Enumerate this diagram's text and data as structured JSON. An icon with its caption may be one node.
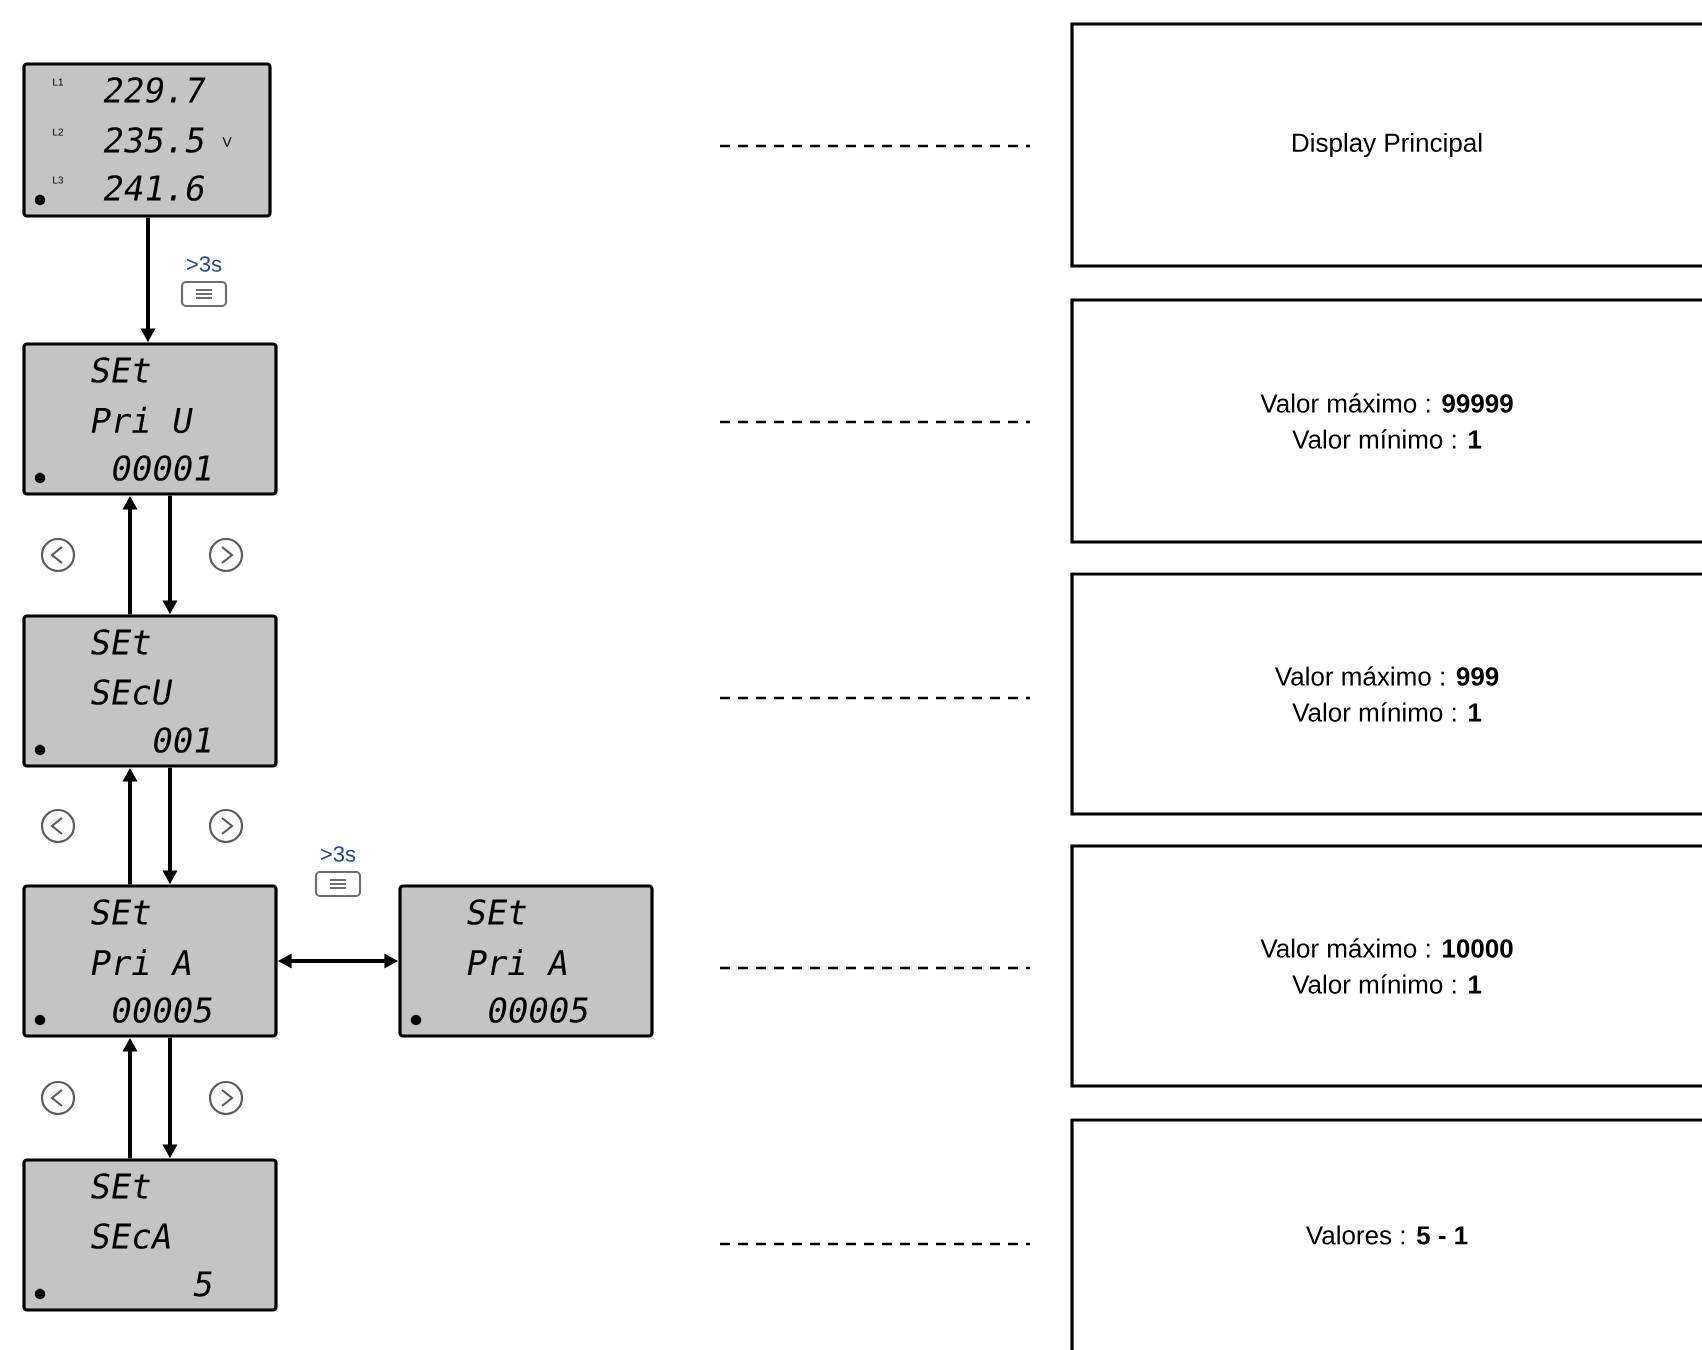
{
  "diagram": {
    "nodes": [
      {
        "text": [
          "L1",
          "229.7",
          "L2",
          "235.5",
          "V",
          "L3",
          "241.6"
        ]
      },
      {
        "text": [
          "SEt",
          "Pri U",
          "00001"
        ]
      },
      {
        "text": [
          "SEt",
          "SEcU",
          "001"
        ]
      },
      {
        "text": [
          "SEt",
          "Pri A",
          "00005"
        ]
      },
      {
        "text": [
          "SEt",
          "SEcA",
          "5"
        ]
      },
      {
        "text": [
          "SEt",
          "Pri A",
          "00005"
        ]
      },
      {
        "text": [
          "Display Principal"
        ]
      },
      {
        "text": [
          "Valor máximo : **99999**",
          "Valor mínimo : **1**"
        ]
      },
      {
        "text": [
          "Valor máximo : **999**",
          "Valor mínimo : **1**"
        ]
      },
      {
        "text": [
          "Valor máximo : **10000**",
          "Valor mínimo : **1**"
        ]
      },
      {
        "text": [
          "Valores : **5 - 1**"
        ]
      }
    ],
    "edges": [
      {
        "from": 0,
        "to": 1,
        "arrow": "to",
        "label": ">3s"
      },
      {
        "from": 1,
        "to": 2,
        "arrow": "to"
      },
      {
        "from": 2,
        "to": 1,
        "arrow": "to"
      },
      {
        "from": 2,
        "to": 3,
        "arrow": "to"
      },
      {
        "from": 3,
        "to": 2,
        "arrow": "to"
      },
      {
        "from": 3,
        "to": 4,
        "arrow": "to"
      },
      {
        "from": 4,
        "to": 3,
        "arrow": "to"
      },
      {
        "from": 3,
        "to": 5,
        "arrow": "both",
        "label": ">3s"
      }
    ]
  }
}
